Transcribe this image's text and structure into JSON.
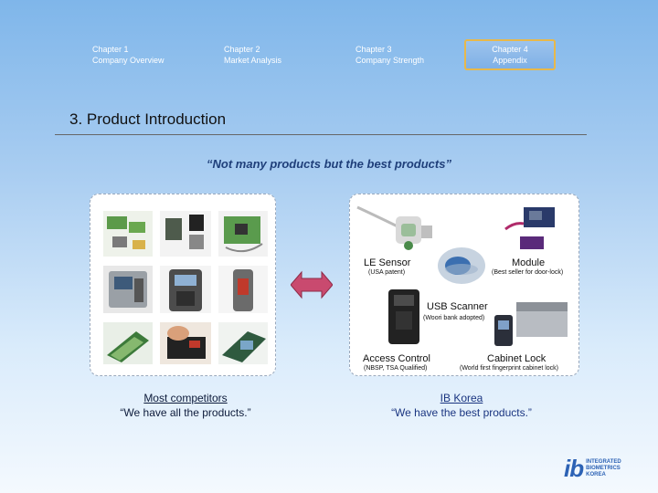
{
  "nav": {
    "tabs": [
      {
        "line1": "Chapter 1",
        "line2": "Company Overview"
      },
      {
        "line1": "Chapter 2",
        "line2": "Market Analysis"
      },
      {
        "line1": "Chapter 3",
        "line2": "Company Strength"
      },
      {
        "line1": "Chapter 4",
        "line2": "Appendix"
      }
    ],
    "active_index": 3,
    "active_border_color": "#e8b84a"
  },
  "page": {
    "title": "3. Product Introduction",
    "slogan": "“Not many products but the best products”"
  },
  "products": [
    {
      "name": "LE Sensor",
      "note": "(USA patent)"
    },
    {
      "name": "Module",
      "note": "(Best seller for door-lock)"
    },
    {
      "name": "USB Scanner",
      "note": "(Woori bank adopted)"
    },
    {
      "name": "Access Control",
      "note": "(NBSP, TSA Qualified)"
    },
    {
      "name": "Cabinet Lock",
      "note": "(World first fingerprint cabinet lock)"
    }
  ],
  "captions": {
    "left": {
      "head": "Most competitors",
      "quote": "“We have all the products.”"
    },
    "right": {
      "head": "IB Korea",
      "quote": "“We have the best products.”"
    }
  },
  "logo": {
    "mark": "ib",
    "lines": [
      "INTEGRATED",
      "BIOMETRICS",
      "KOREA"
    ]
  },
  "colors": {
    "arrow": "#c94a6f",
    "title_text": "#111111",
    "slogan_text": "#1f3f7a"
  }
}
